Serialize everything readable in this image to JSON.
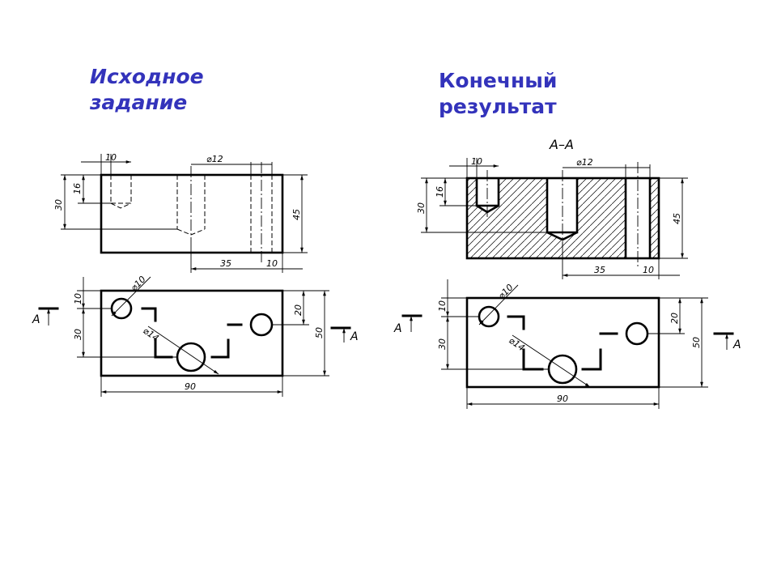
{
  "headings": {
    "original": [
      "Исходное",
      "задание"
    ],
    "result": [
      "Конечный",
      "результат"
    ]
  },
  "colors": {
    "heading": "#3333bb",
    "lines": "#000000"
  },
  "left": {
    "front_view": {
      "dim_top_10": "10",
      "dim_diam_12": "⌀12",
      "dim_30": "30",
      "dim_16": "16",
      "dim_45": "45",
      "dim_35": "35",
      "dim_10_bottom": "10"
    },
    "top_view": {
      "dim_diam_10": "⌀10",
      "dim_diam_14": "⌀14",
      "dim_10": "10",
      "dim_30": "30",
      "dim_20": "20",
      "dim_50": "50",
      "dim_90": "90",
      "cut_mark_left": "A",
      "cut_mark_right": "A"
    }
  },
  "right": {
    "section_label": "A–A",
    "front_view": {
      "dim_top_10": "10",
      "dim_diam_12": "⌀12",
      "dim_30": "30",
      "dim_16": "16",
      "dim_45": "45",
      "dim_35": "35",
      "dim_10_bottom": "10"
    },
    "top_view": {
      "dim_diam_10": "⌀10",
      "dim_diam_14": "⌀14",
      "dim_10": "10",
      "dim_30": "30",
      "dim_20": "20",
      "dim_50": "50",
      "dim_90": "90",
      "cut_mark_left": "A",
      "cut_mark_right": "A"
    }
  }
}
